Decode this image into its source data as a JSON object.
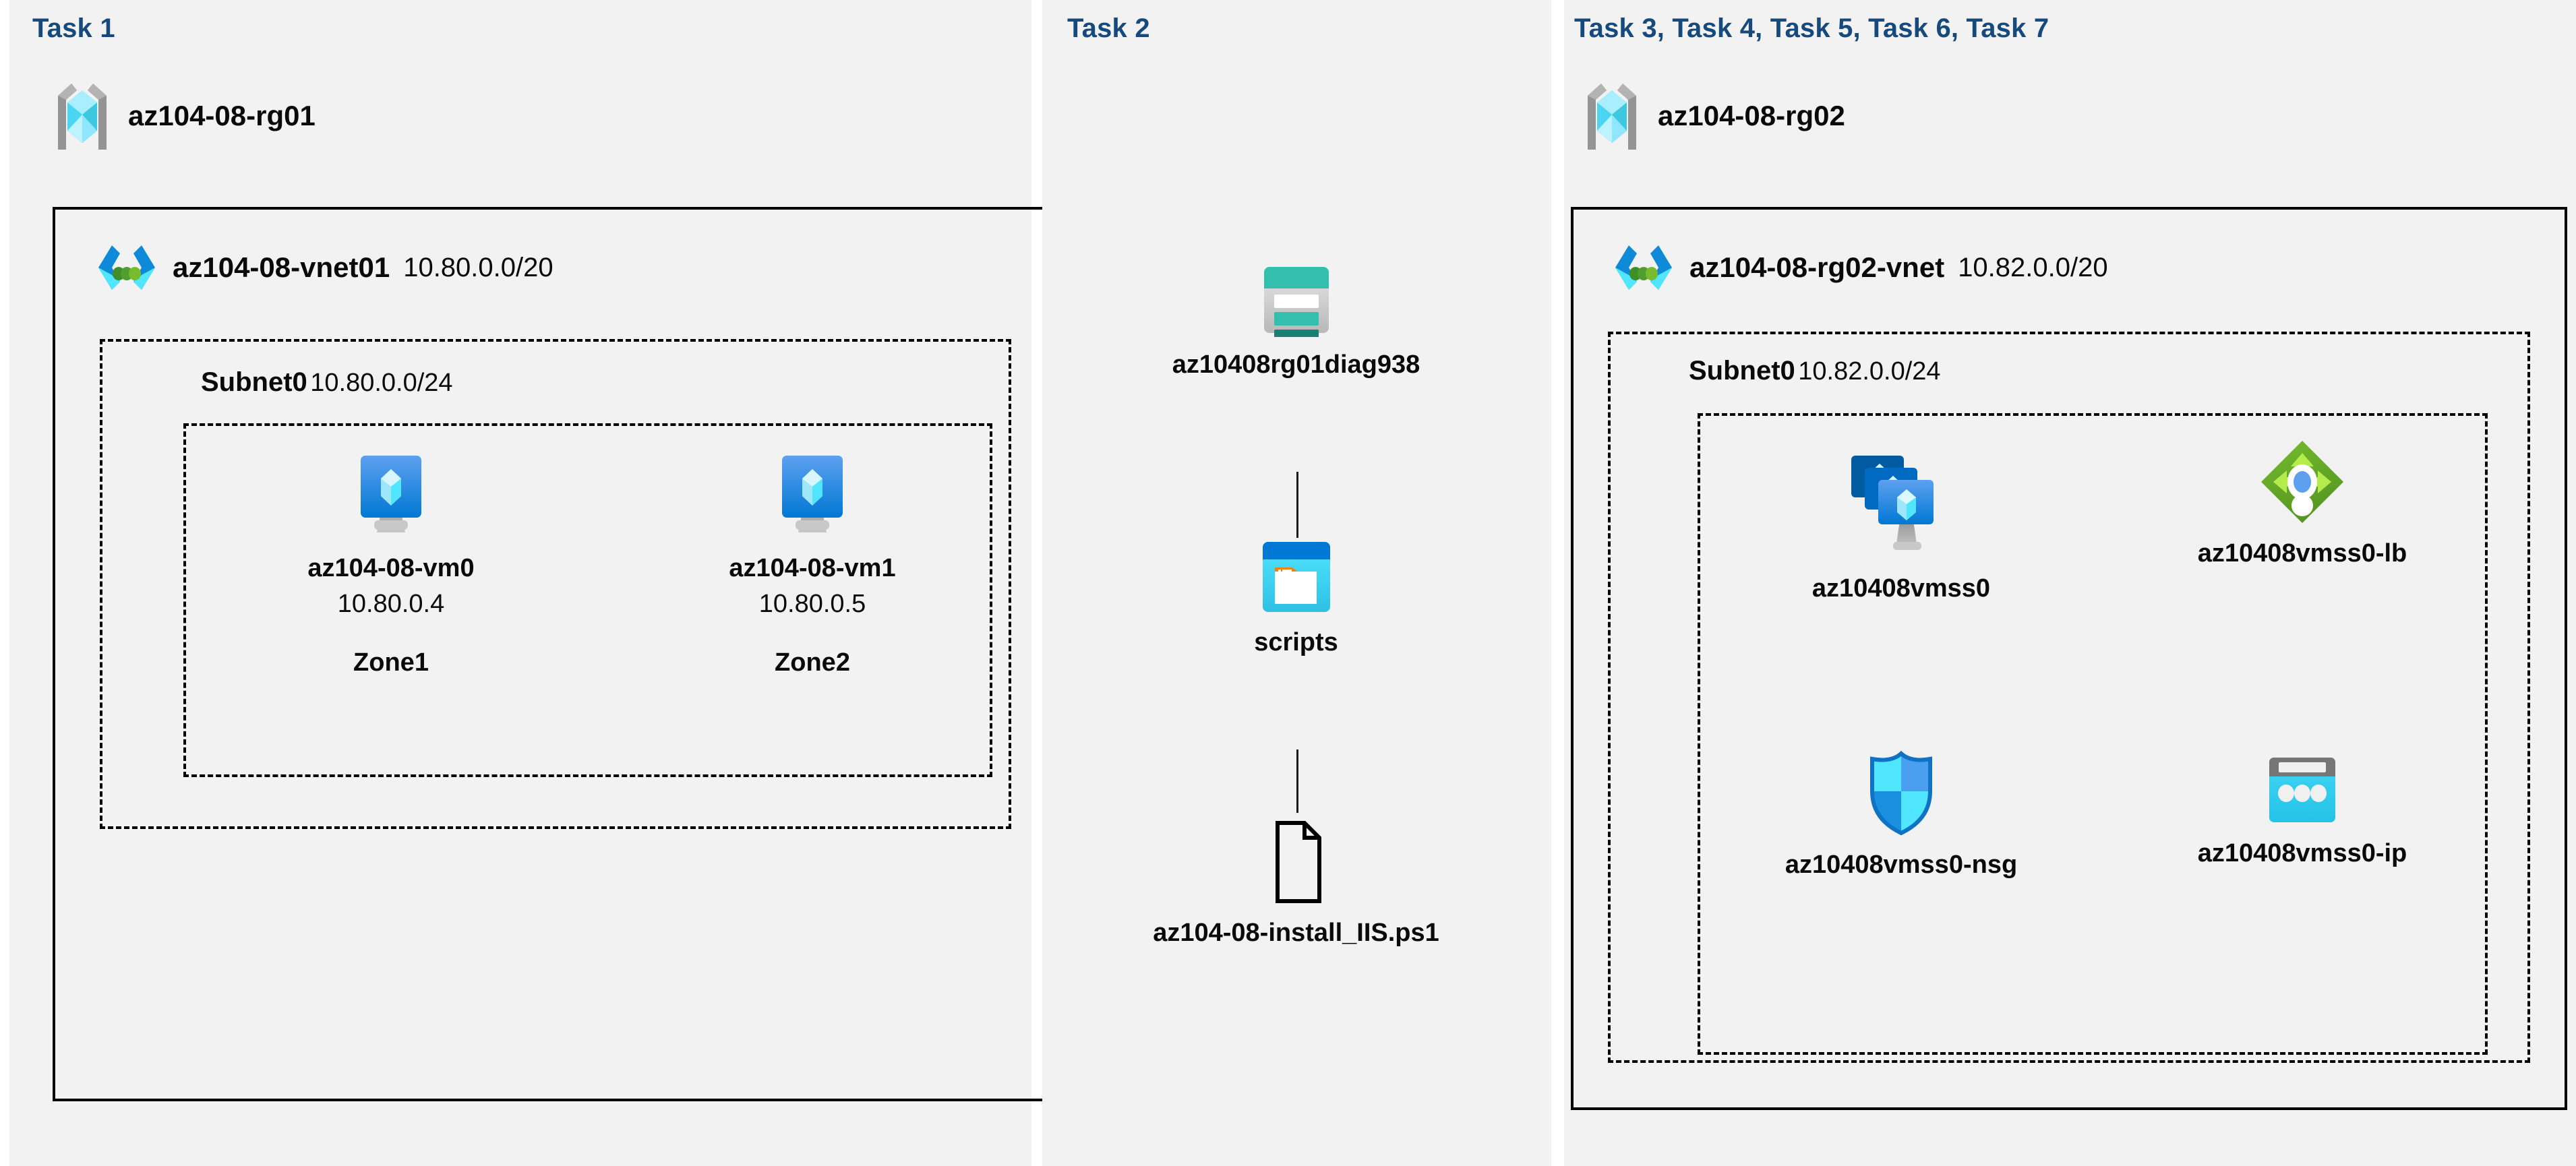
{
  "panels": [
    {
      "task_label": "Task 1"
    },
    {
      "task_label": "Task 2"
    },
    {
      "task_label": "Task 3, Task 4, Task 5, Task 6, Task 7"
    }
  ],
  "task1": {
    "resource_group": {
      "name": "az104-08-rg01",
      "icon": "resource-group-icon"
    },
    "vnet": {
      "name": "az104-08-vnet01",
      "cidr": "10.80.0.0/20",
      "icon": "virtual-network-icon"
    },
    "subnet": {
      "name": "Subnet0",
      "cidr": "10.80.0.0/24"
    },
    "vms": [
      {
        "name": "az104-08-vm0",
        "ip": "10.80.0.4",
        "zone": "Zone1",
        "icon": "virtual-machine-icon"
      },
      {
        "name": "az104-08-vm1",
        "ip": "10.80.0.5",
        "zone": "Zone2",
        "icon": "virtual-machine-icon"
      }
    ]
  },
  "task2": {
    "storage_account": {
      "name": "az10408rg01diag938",
      "icon": "storage-account-icon"
    },
    "container": {
      "name": "scripts",
      "icon": "blob-container-icon"
    },
    "file": {
      "name": "az104-08-install_IIS.ps1",
      "icon": "file-icon"
    }
  },
  "task3": {
    "resource_group": {
      "name": "az104-08-rg02",
      "icon": "resource-group-icon"
    },
    "vnet": {
      "name": "az104-08-rg02-vnet",
      "cidr": "10.82.0.0/20",
      "icon": "virtual-network-icon"
    },
    "subnet": {
      "name": "Subnet0",
      "cidr": "10.82.0.0/24"
    },
    "resources": [
      {
        "name": "az10408vmss0",
        "icon": "vm-scale-set-icon"
      },
      {
        "name": "az10408vmss0-lb",
        "icon": "load-balancer-icon"
      },
      {
        "name": "az10408vmss0-nsg",
        "icon": "network-security-group-icon"
      },
      {
        "name": "az10408vmss0-ip",
        "icon": "public-ip-address-icon"
      }
    ]
  },
  "colors": {
    "task_label": "#174a7c",
    "panel_bg": "#f2f2f2",
    "page_bg": "#ffffff",
    "border": "#000000",
    "azure_blue": "#0078d4",
    "cyan": "#32c8f0",
    "light_cyan": "#9cebff",
    "teal": "#2bbfa9",
    "teal_dark": "#1a8a7a",
    "green": "#5cb82b",
    "green_dark": "#4d9e22",
    "green_light": "#a4e44a",
    "gray": "#767676",
    "orange": "#f2820c"
  }
}
